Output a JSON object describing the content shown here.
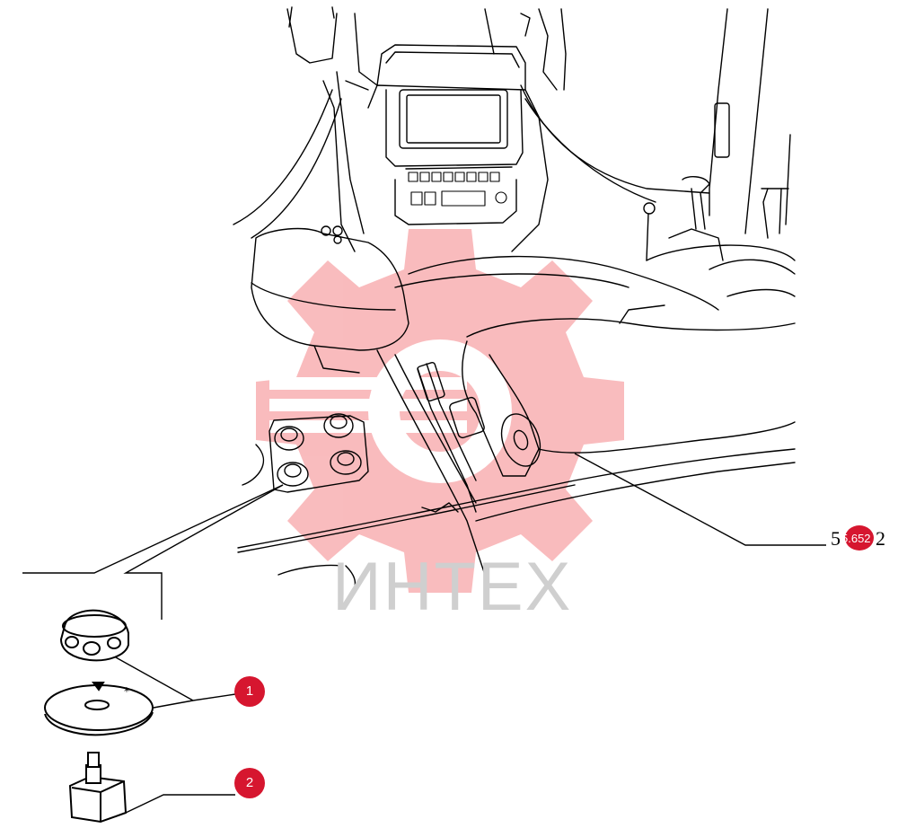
{
  "diagram": {
    "callouts": [
      {
        "id": "1",
        "label": "1"
      },
      {
        "id": "2",
        "label": "2"
      }
    ],
    "reference": {
      "prefix": "5",
      "badge": "5.652",
      "suffix": "2"
    },
    "watermark": {
      "text": "ИНТЕХ",
      "color": "#f04f55"
    },
    "colors": {
      "callout": "#d6162f",
      "line": "#000000"
    }
  }
}
